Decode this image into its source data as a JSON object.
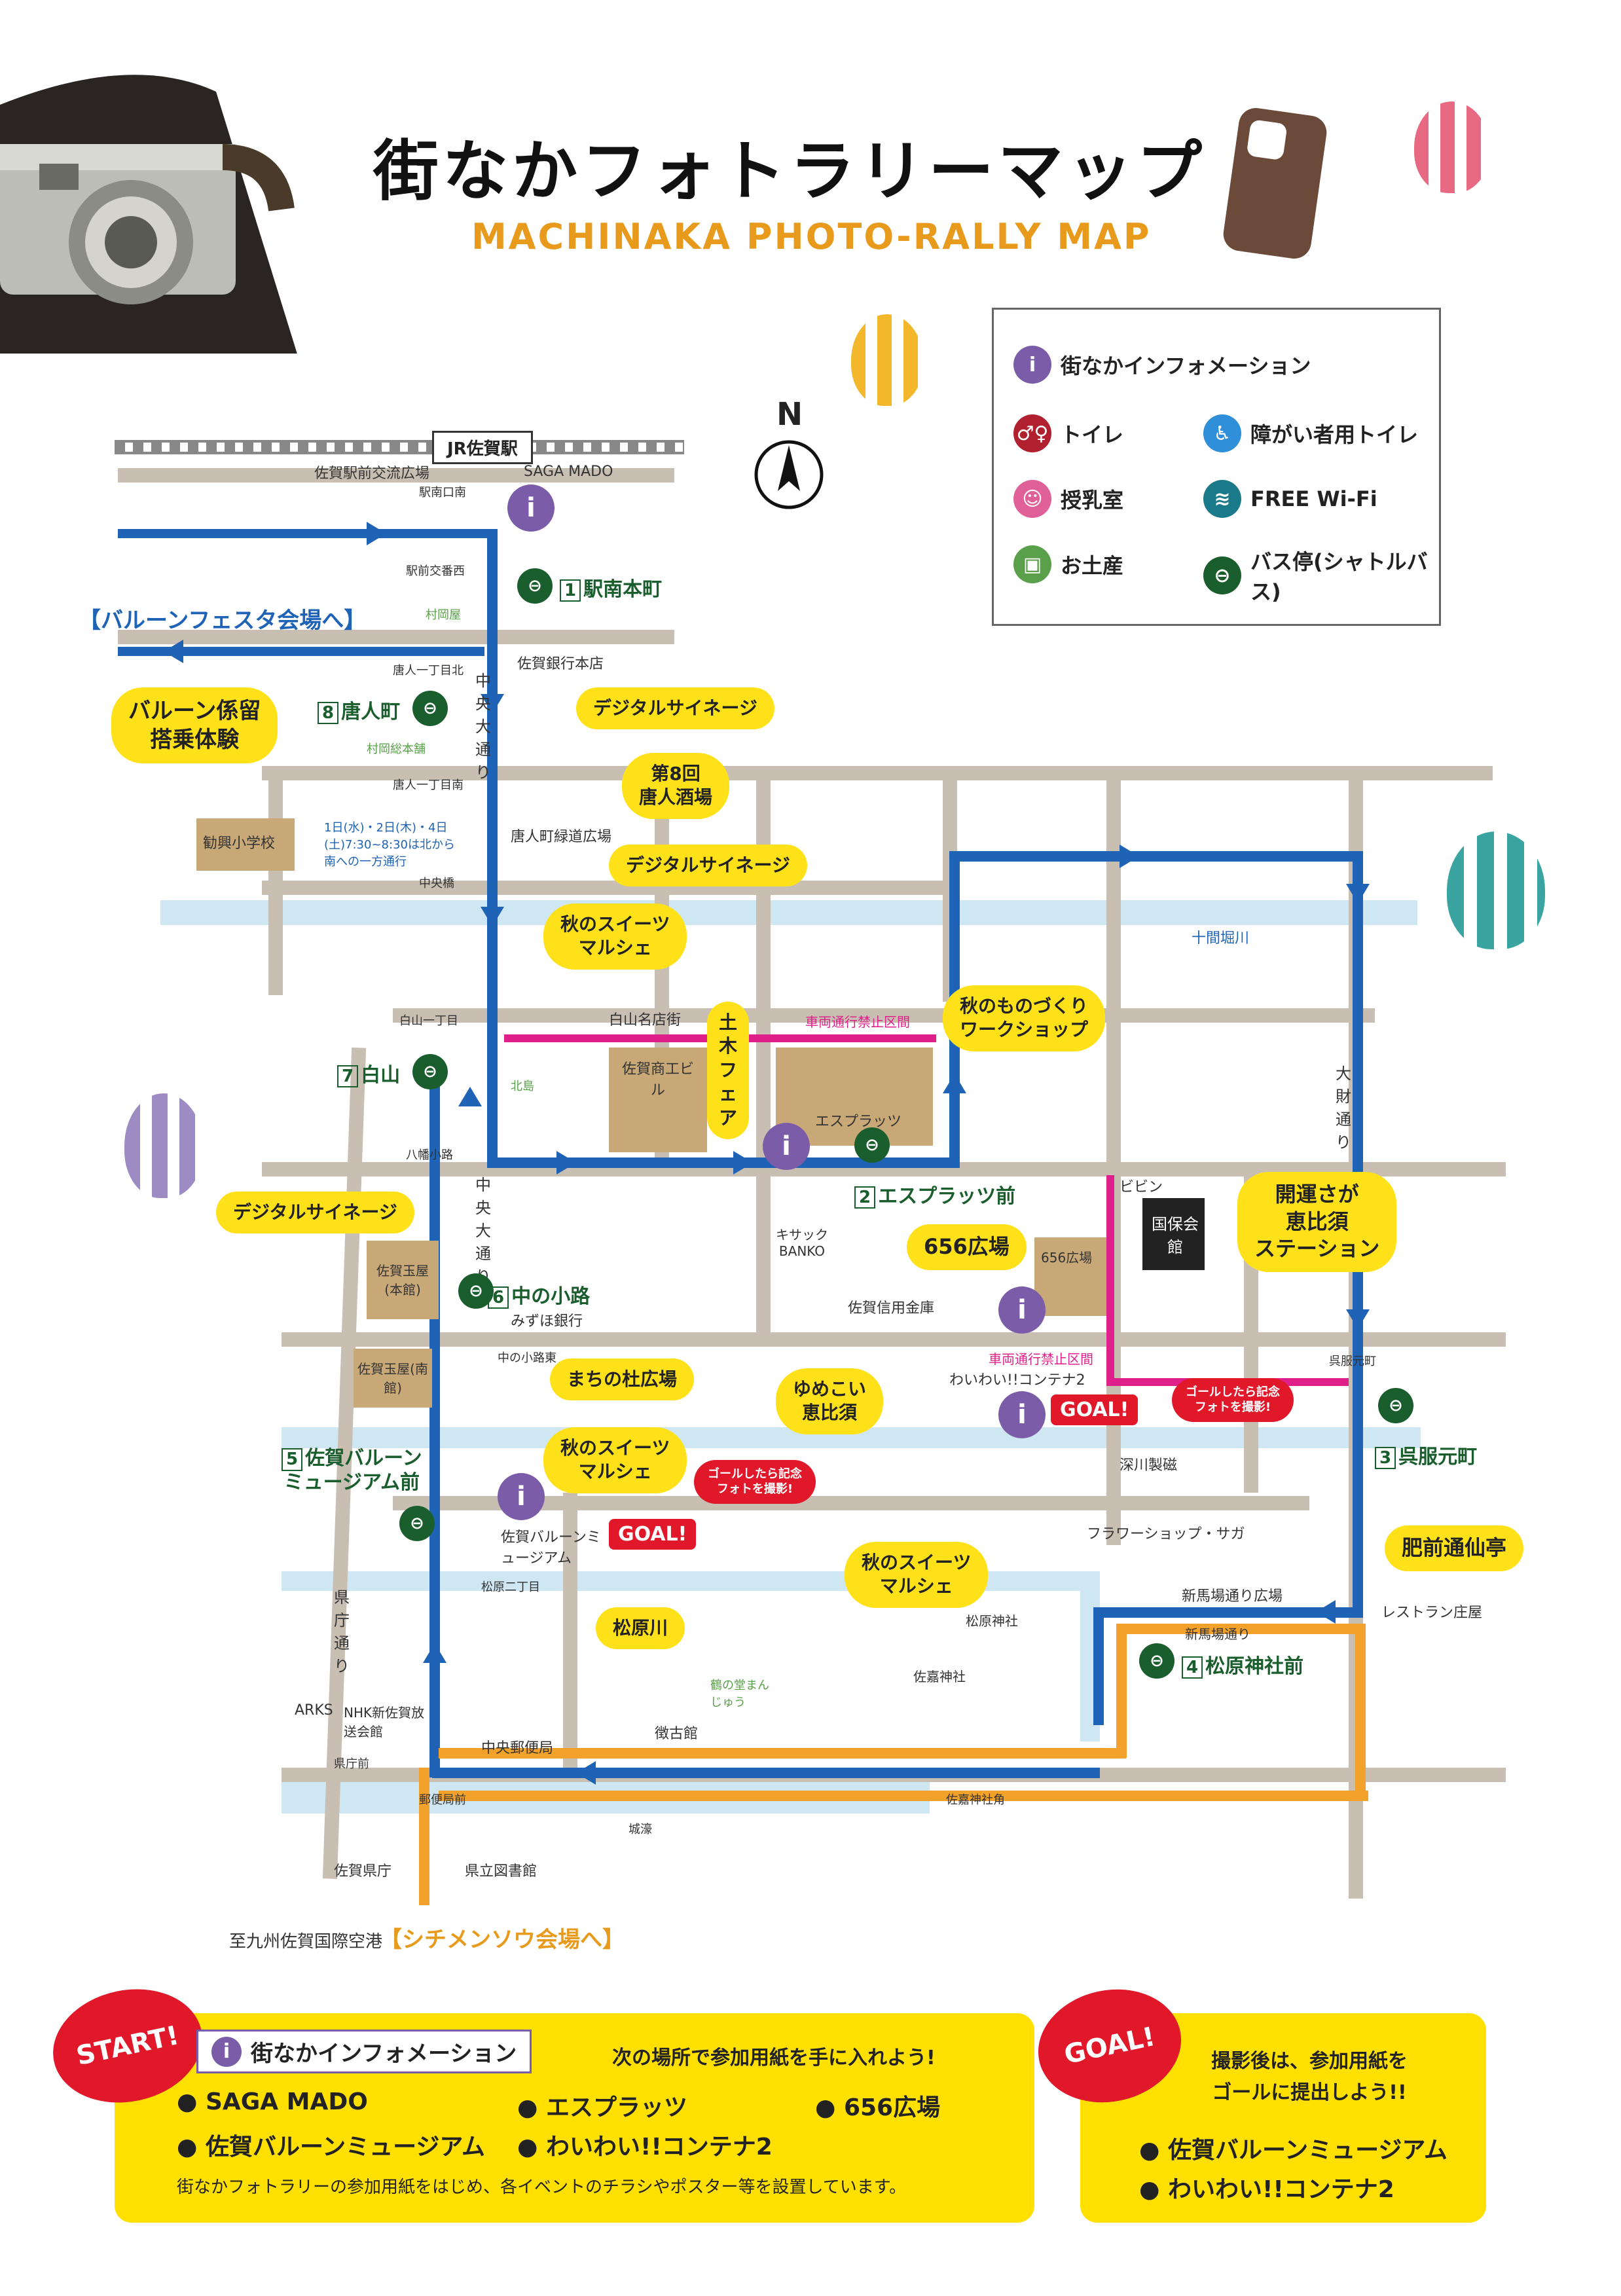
{
  "title": {
    "jp": "街なかフォトラリーマップ",
    "en": "MACHINAKA PHOTO-RALLY MAP"
  },
  "north": "N",
  "legend": [
    {
      "icon": "info-icon",
      "label": "街なかインフォメーション",
      "color": "#7a5ca8",
      "glyph": "i"
    },
    {
      "icon": "toilet-icon",
      "label": "トイレ",
      "color": "#b0202e",
      "glyph": "♂♀"
    },
    {
      "icon": "accessible-toilet-icon",
      "label": "障がい者用トイレ",
      "color": "#2f8fd8",
      "glyph": "♿"
    },
    {
      "icon": "nursing-room-icon",
      "label": "授乳室",
      "color": "#e0609a",
      "glyph": "☺"
    },
    {
      "icon": "wifi-icon",
      "label": "FREE Wi-Fi",
      "color": "#1a7a8a",
      "glyph": "≋"
    },
    {
      "icon": "souvenir-icon",
      "label": "お土産",
      "color": "#5aa04a",
      "glyph": "▣"
    },
    {
      "icon": "bus-stop-icon",
      "label": "バス停(シャトルバス)",
      "color": "#1b5e2e",
      "glyph": "⊖"
    }
  ],
  "stations": [
    {
      "num": "1",
      "name": "駅南本町"
    },
    {
      "num": "8",
      "name": "唐人町"
    },
    {
      "num": "7",
      "name": "白山"
    },
    {
      "num": "2",
      "name": "エスプラッツ前"
    },
    {
      "num": "6",
      "name": "中の小路"
    },
    {
      "num": "5",
      "name": "佐賀バルーン",
      "name2": "ミュージアム前"
    },
    {
      "num": "3",
      "name": "呉服元町"
    },
    {
      "num": "4",
      "name": "松原神社前"
    }
  ],
  "labels": {
    "jr": "JR佐賀駅",
    "station_plaza": "佐賀駅前交流広場",
    "ekinan": "駅南口南",
    "saga_mado": "SAGA MADO",
    "koban": "駅前交番西",
    "murado": "村岡屋",
    "bank": "佐賀銀行本店",
    "tojin1": "唐人一丁目北",
    "tojin2": "唐人一丁目南",
    "murado2": "村岡総本舗",
    "green_plaza": "唐人町緑道広場",
    "chuo_dori": "中央大通り",
    "chuo_dori2": "中央大通り",
    "kankou_school": "勧興小学校",
    "school_note": "1日(水)・2日(木)・4日(土)7:30~8:30は北から南への一方通行",
    "chuobashi": "中央橋",
    "jikken": "十間堀川",
    "hakusan1": "白山一丁目",
    "hakusan_mall": "白山名店街",
    "kitajima": "北島",
    "shoko": "佐賀商工ビル",
    "no_car": "車両通行禁止区間",
    "esplatz": "エスプラッツ",
    "yawata": "八幡小路",
    "kisakku": "キサック BANKO",
    "gyokuya_hon": "佐賀玉屋(本館)",
    "gyokuya_nan": "佐賀玉屋(南館)",
    "mizuho": "みずほ銀行",
    "nakanokoji_e": "中の小路東",
    "shinyo": "佐賀信用金庫",
    "plaza656": "656広場",
    "waiwai": "わいわい!!コンテナ2",
    "no_car2": "車両通行禁止区間",
    "bibin": "ビビン",
    "kokuho": "国保会館",
    "ofuku": "大財通り",
    "gofuku_e": "呉服元町",
    "fukagawa": "深川製磁",
    "flower": "フラワーショップ・サガ",
    "museum": "佐賀バルーンミュージアム",
    "matsubara2": "松原二丁目",
    "kencho_dori": "県庁通り",
    "shinbaba": "新馬場通り広場",
    "shinbaba_dori": "新馬場通り",
    "restaurant": "レストラン庄屋",
    "matsubara_shrine": "松原神社",
    "sagara_shrine": "佐嘉神社",
    "tsuru": "鶴の堂まんじゅう",
    "chokokan": "徴古館",
    "arks": "ARKS",
    "nhk": "NHK新佐賀放送会館",
    "kenchomae": "県庁前",
    "post": "中央郵便局",
    "yubinmae": "郵便局前",
    "sagara_kado": "佐嘉神社角",
    "shiroboru": "城濠",
    "kencho": "佐賀県庁",
    "library": "県立図書館",
    "airport": "至九州佐賀国際空港",
    "balloon_fiesta": "【バルーンフェスタ会場へ】",
    "shichimenso": "【シチメンソウ会場へ】"
  },
  "bubbles": [
    "バルーン係留\n搭乗体験",
    "デジタルサイネージ",
    "第8回\n唐人酒場",
    "デジタルサイネージ",
    "秋のスイーツ\nマルシェ",
    "土木フェア",
    "秋のものづくり\nワークショップ",
    "デジタルサイネージ",
    "開運さが\n恵比須\nステーション",
    "656広場",
    "まちの杜広場",
    "ゆめこい\n恵比須",
    "秋のスイーツ\nマルシェ",
    "肥前通仙亭",
    "秋のスイーツ\nマルシェ",
    "松原川"
  ],
  "goal_tags": [
    "GOAL!",
    "GOAL!"
  ],
  "goal_notes": [
    "ゴールしたら記念フォトを撮影!",
    "ゴールしたら記念フォトを撮影!"
  ],
  "start_box": {
    "burst": "START!",
    "info_label": "街なかインフォメーション",
    "lead": "次の場所で参加用紙を手に入れよう!",
    "items": [
      "SAGA MADO",
      "エスプラッツ",
      "656広場",
      "佐賀バルーンミュージアム",
      "わいわい!!コンテナ2"
    ],
    "note": "街なかフォトラリーの参加用紙をはじめ、各イベントのチラシやポスター等を設置しています。"
  },
  "goal_box": {
    "burst": "GOAL!",
    "lead1": "撮影後は、参加用紙を",
    "lead2": "ゴールに提出しよう!!",
    "items": [
      "佐賀バルーンミュージアム",
      "わいわい!!コンテナ2"
    ]
  }
}
